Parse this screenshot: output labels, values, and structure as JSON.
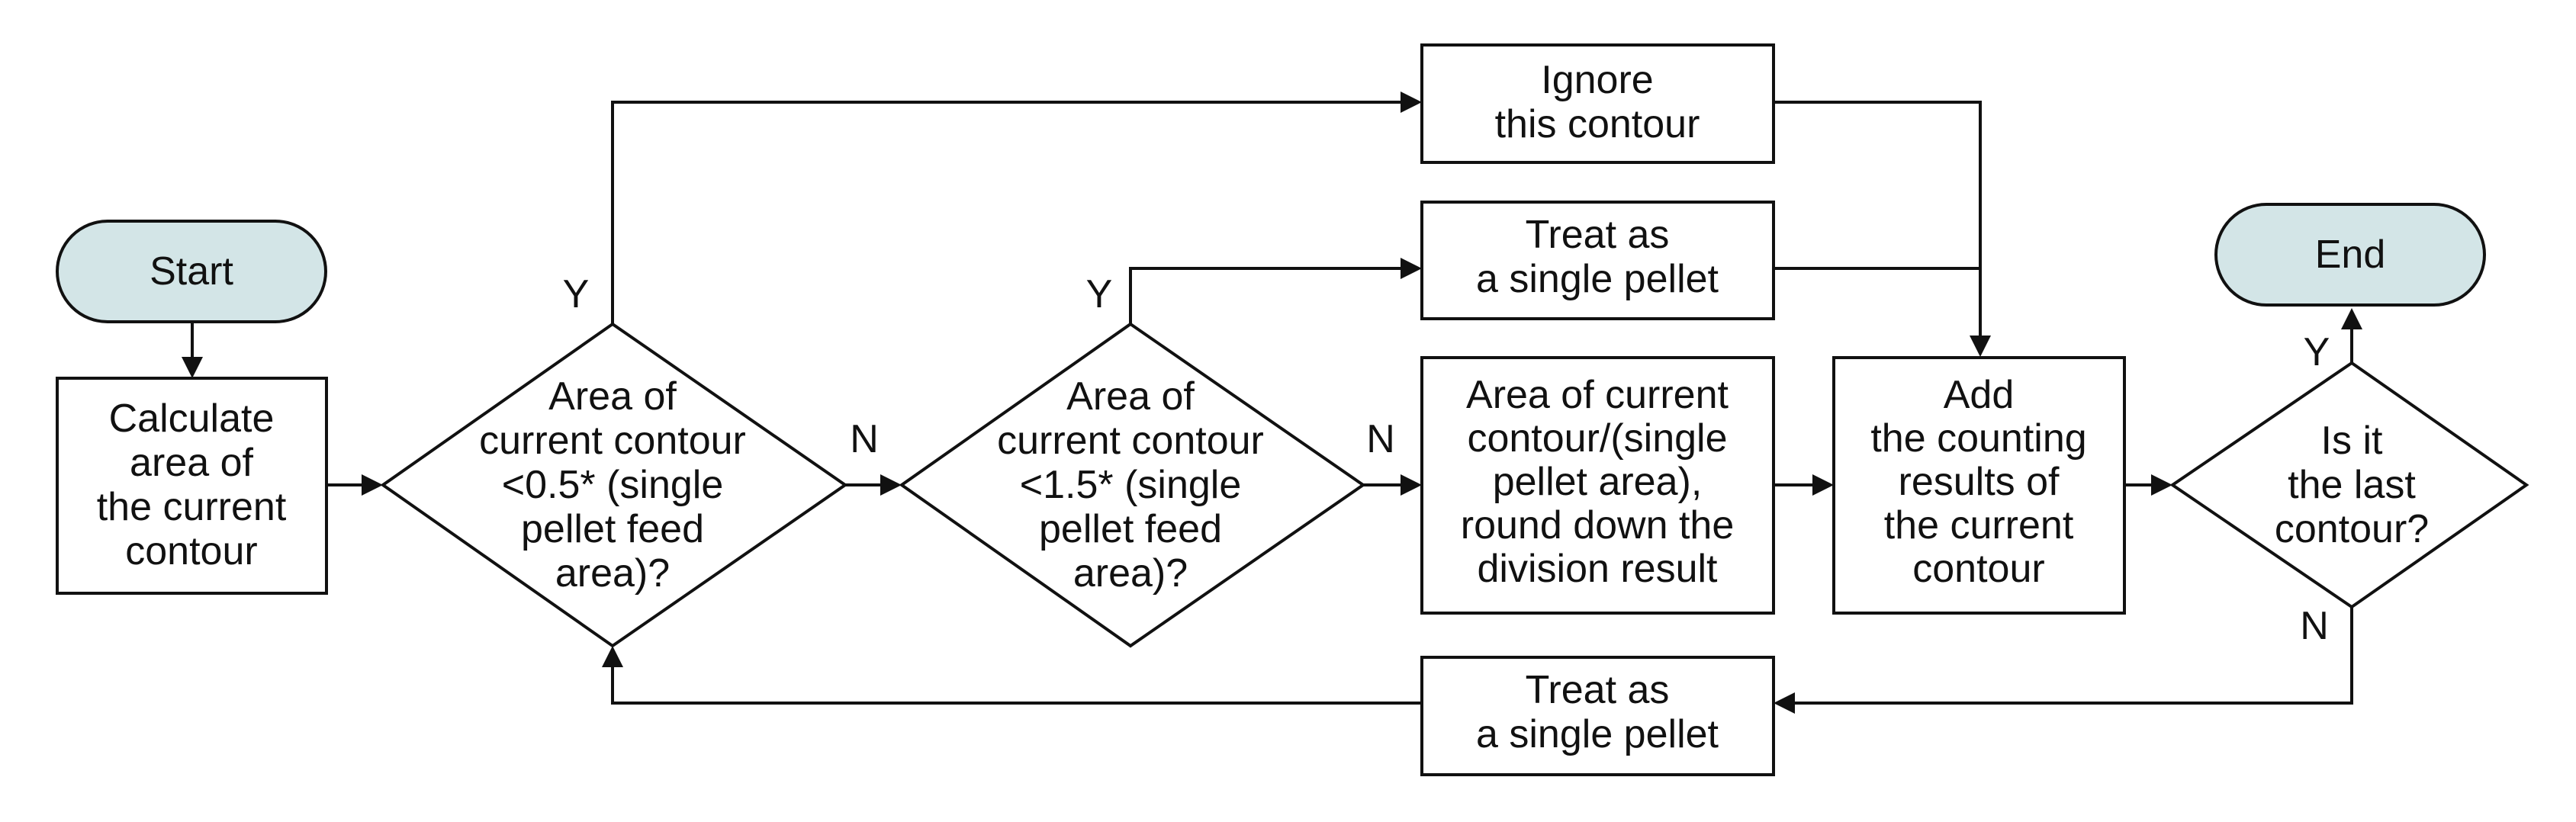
{
  "colors": {
    "terminal_fill": "#d3e5e7",
    "stroke": "#111111",
    "box_fill": "#ffffff"
  },
  "nodes": {
    "start": {
      "text": "Start"
    },
    "end": {
      "text": "End"
    },
    "calc_area": {
      "lines": [
        "Calculate",
        "area of",
        "the current",
        "contour"
      ]
    },
    "decision_small": {
      "lines": [
        "Area of",
        "current contour",
        "<0.5* (single",
        "pellet feed",
        "area)?"
      ]
    },
    "decision_large": {
      "lines": [
        "Area of",
        "current contour",
        "<1.5* (single",
        "pellet feed",
        "area)?"
      ]
    },
    "ignore": {
      "lines": [
        "Ignore",
        "this contour"
      ]
    },
    "single_top": {
      "lines": [
        "Treat as",
        "a single pellet"
      ]
    },
    "divide": {
      "lines": [
        "Area of current",
        "contour/(single",
        "pellet area),",
        "round down the",
        "division result"
      ]
    },
    "add_results": {
      "lines": [
        "Add",
        "the counting",
        "results of",
        "the current",
        "contour"
      ]
    },
    "last_check": {
      "lines": [
        "Is it",
        "the last",
        "contour?"
      ]
    },
    "single_bottom": {
      "lines": [
        "Treat as",
        "a single pellet"
      ]
    }
  },
  "edge_labels": {
    "small_yes": "Y",
    "small_no": "N",
    "large_yes": "Y",
    "large_no": "N",
    "last_yes": "Y",
    "last_no": "N"
  }
}
